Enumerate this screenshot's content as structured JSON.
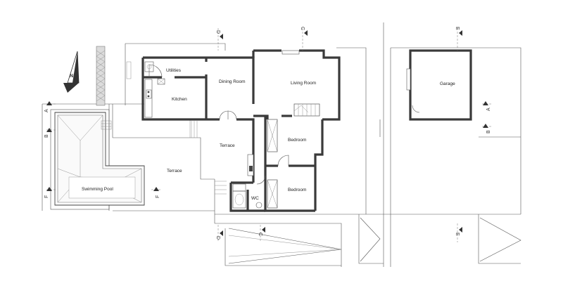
{
  "rooms": {
    "utilities": "Utilities",
    "kitchen": "Kitchen",
    "dining_room": "Dining Room",
    "living_room": "Living Room",
    "garage": "Garage",
    "terrace_upper": "Terrace",
    "terrace_lower": "Terrace",
    "bedroom_1": "Bedroom",
    "bedroom_2": "Bedroom",
    "wc": "WC",
    "swimming_pool": "Swimming Pool"
  },
  "section_marks": {
    "d": "D",
    "c": "C",
    "e": "E",
    "a": "A",
    "b": "B",
    "f": "F"
  },
  "north_arrow_letter": "N"
}
